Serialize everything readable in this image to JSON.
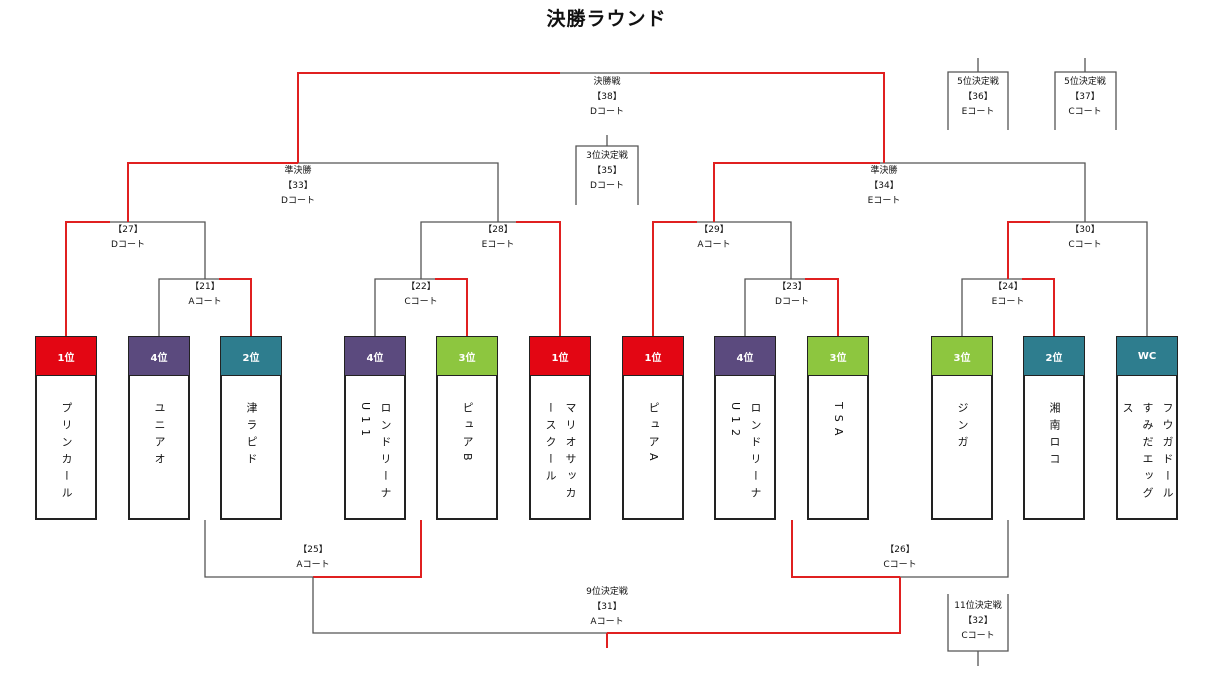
{
  "title": "決勝ラウンド",
  "colors": {
    "red": "#e30613",
    "purple": "#5b4a7e",
    "teal": "#2e7d8e",
    "green": "#8dc63f",
    "line": "#555555",
    "win": "#e02020"
  },
  "teams": [
    {
      "rank": "1位",
      "name": "プリンカール",
      "color": "red"
    },
    {
      "rank": "4位",
      "name": "ユニアオ",
      "color": "purple"
    },
    {
      "rank": "2位",
      "name": "津ラピド",
      "color": "teal"
    },
    {
      "rank": "4位",
      "name": "ロンドリーナU11",
      "color": "purple"
    },
    {
      "rank": "3位",
      "name": "ピュアB",
      "color": "green"
    },
    {
      "rank": "1位",
      "name": "マリオサッカースクール",
      "color": "red"
    },
    {
      "rank": "1位",
      "name": "ピュアA",
      "color": "red"
    },
    {
      "rank": "4位",
      "name": "ロンドリーナU12",
      "color": "purple"
    },
    {
      "rank": "3位",
      "name": "TSA",
      "color": "green"
    },
    {
      "rank": "3位",
      "name": "ジンガ",
      "color": "green"
    },
    {
      "rank": "2位",
      "name": "湘南ロコ",
      "color": "teal"
    },
    {
      "rank": "WC",
      "name": "フウガドールすみだエッグス",
      "color": "teal"
    }
  ],
  "matches": {
    "m21": {
      "line1": "【21】",
      "line2": "Aコート"
    },
    "m22": {
      "line1": "【22】",
      "line2": "Cコート"
    },
    "m23": {
      "line1": "【23】",
      "line2": "Dコート"
    },
    "m24": {
      "line1": "【24】",
      "line2": "Eコート"
    },
    "m27": {
      "line1": "【27】",
      "line2": "Dコート"
    },
    "m28": {
      "line1": "【28】",
      "line2": "Eコート"
    },
    "m29": {
      "line1": "【29】",
      "line2": "Aコート"
    },
    "m30": {
      "line1": "【30】",
      "line2": "Cコート"
    },
    "m33": {
      "line1": "準決勝",
      "line2": "【33】",
      "line3": "Dコート"
    },
    "m34": {
      "line1": "準決勝",
      "line2": "【34】",
      "line3": "Eコート"
    },
    "m38": {
      "line1": "決勝戦",
      "line2": "【38】",
      "line3": "Dコート"
    },
    "m35": {
      "line1": "3位決定戦",
      "line2": "【35】",
      "line3": "Dコート"
    },
    "m36": {
      "line1": "5位決定戦",
      "line2": "【36】",
      "line3": "Eコート"
    },
    "m37": {
      "line1": "5位決定戦",
      "line2": "【37】",
      "line3": "Cコート"
    },
    "m25": {
      "line1": "【25】",
      "line2": "Aコート"
    },
    "m26": {
      "line1": "【26】",
      "line2": "Cコート"
    },
    "m31": {
      "line1": "9位決定戦",
      "line2": "【31】",
      "line3": "Aコート"
    },
    "m32": {
      "line1": "11位決定戦",
      "line2": "【32】",
      "line3": "Cコート"
    }
  }
}
